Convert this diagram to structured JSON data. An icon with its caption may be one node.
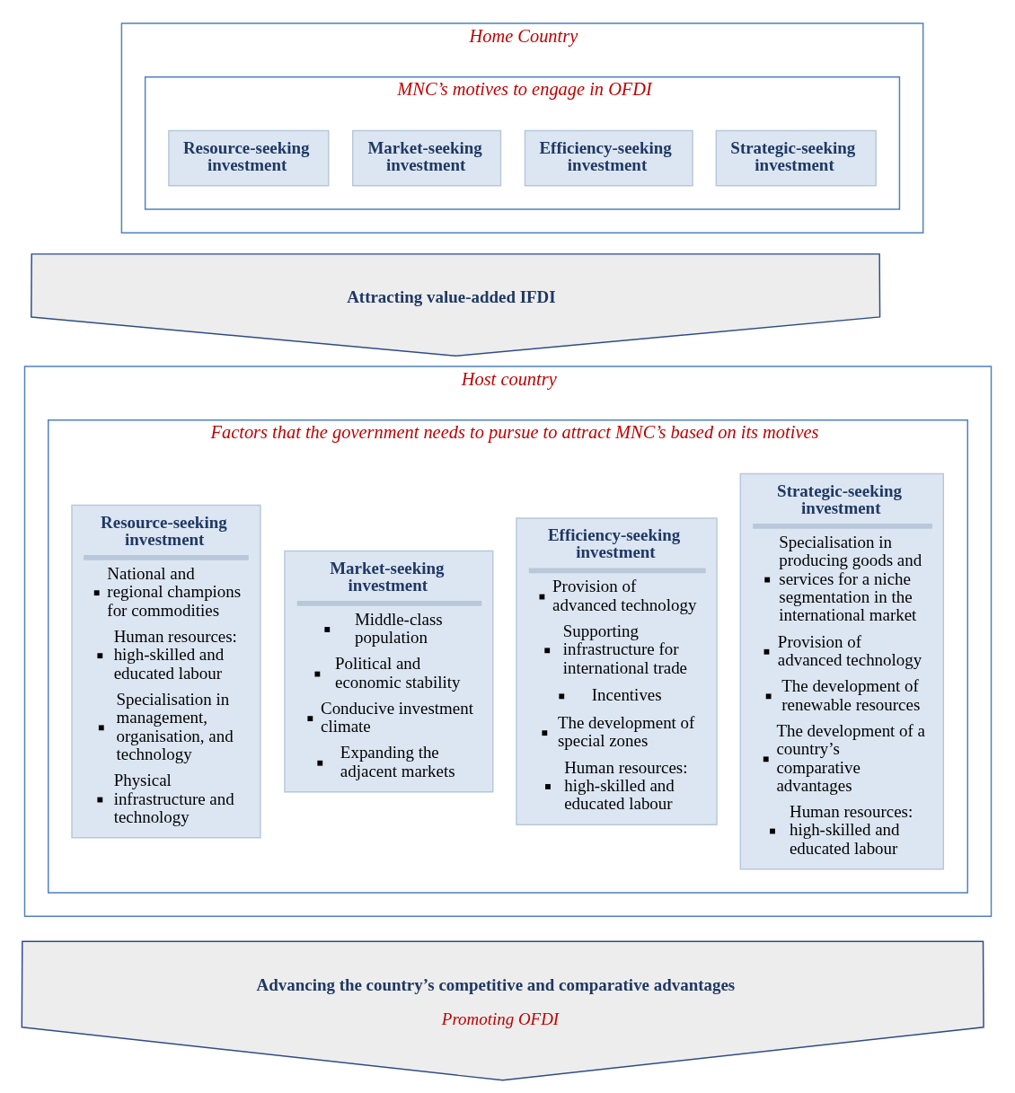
{
  "diagram": {
    "nodes": [
      {
        "text": [
          "Home Country"
        ]
      },
      {
        "text": [
          "MNC’s motives to engage in OFDI"
        ],
        "in": 0
      },
      {
        "text": [
          "Resource-seeking investment"
        ],
        "in": 1
      },
      {
        "text": [
          "Market-seeking investment"
        ],
        "in": 1
      },
      {
        "text": [
          "Efficiency-seeking investment"
        ],
        "in": 1
      },
      {
        "text": [
          "Strategic-seeking investment"
        ],
        "in": 1
      },
      {
        "text": [
          "Attracting value-added IFDI"
        ]
      },
      {
        "text": [
          "Host country"
        ]
      },
      {
        "text": [
          "Factors that the government needs to pursue to attract MNC’s based on its motives"
        ],
        "in": 7
      },
      {
        "text": [
          "Resource-seeking investment",
          "National and regional champions for commodities",
          "Human resources: high-skilled and educated labour",
          "Specialisation in management, organisation, and technology",
          "Physical infrastructure and technology"
        ],
        "in": 8
      },
      {
        "text": [
          "Market-seeking investment",
          "Middle-class population",
          "Political and economic stability",
          "Conducive investment climate",
          "Expanding the adjacent markets"
        ],
        "in": 8
      },
      {
        "text": [
          "Efficiency-seeking investment",
          "Provision of advanced technology",
          "Supporting infrastructure for international trade",
          "Incentives",
          "The development of special zones",
          "Human resources: high-skilled and educated labour"
        ],
        "in": 8
      },
      {
        "text": [
          "Strategic-seeking investment",
          "Specialisation in producing goods and services for a niche segmentation in the international market",
          "Provision of advanced technology",
          "The development of renewable resources",
          "The development of a country’s comparative advantages",
          "Human resources: high-skilled and educated labour"
        ],
        "in": 8
      },
      {
        "text": [
          "Advancing the country’s competitive and comparative advantages",
          "Promoting OFDI"
        ]
      }
    ]
  }
}
